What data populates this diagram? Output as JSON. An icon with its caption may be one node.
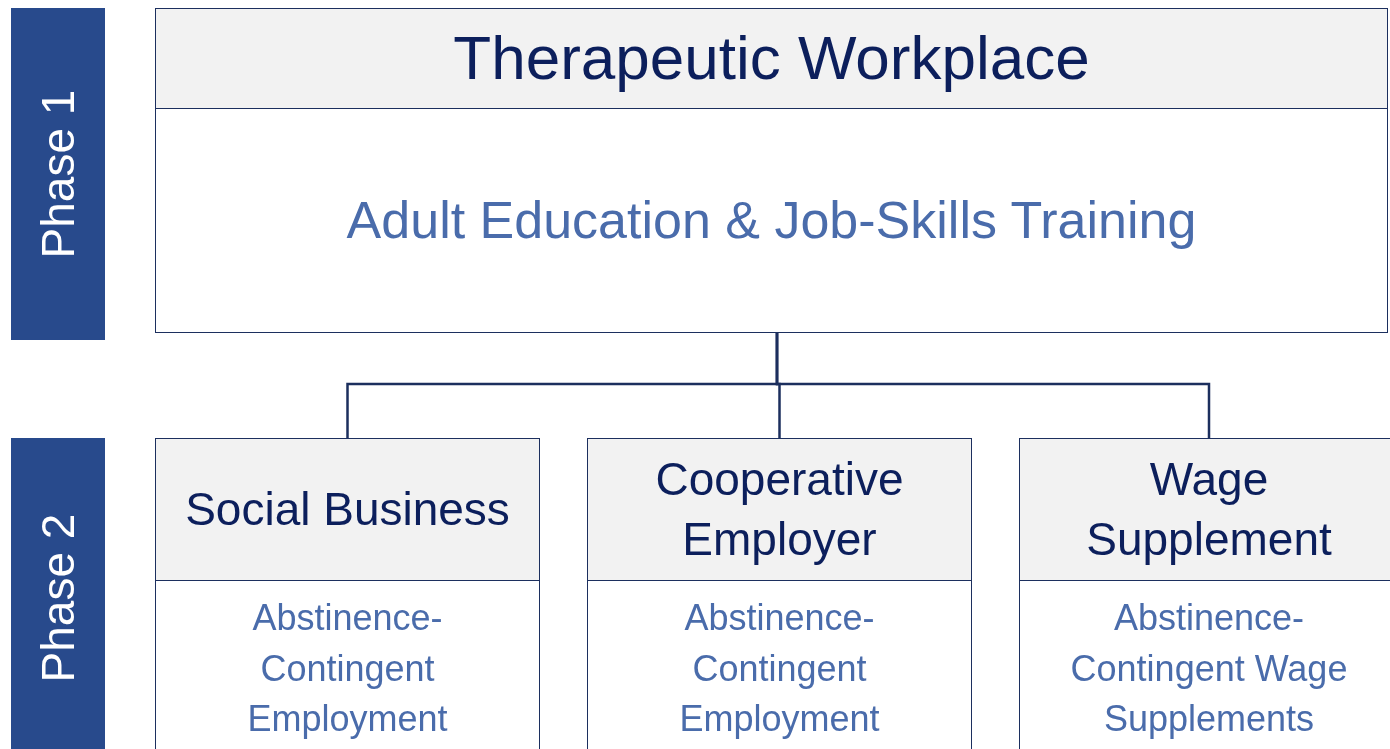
{
  "diagram": {
    "nodes": [
      {
        "text": [
          "Phase 1"
        ]
      },
      {
        "text": [
          "Therapeutic Workplace",
          "Adult Education & Job-Skills Training"
        ]
      },
      {
        "text": [
          "Phase 2"
        ]
      },
      {
        "text": [
          "Social Business",
          "Abstinence-Contingent Employment"
        ]
      },
      {
        "text": [
          "Cooperative Employer",
          "Abstinence-Contingent Employment"
        ]
      },
      {
        "text": [
          "Wage Supplement",
          "Abstinence-Contingent Wage Supplements"
        ]
      }
    ],
    "edges": [
      {
        "from": 1,
        "to": 3,
        "arrow": "none"
      },
      {
        "from": 1,
        "to": 4,
        "arrow": "none"
      },
      {
        "from": 1,
        "to": 5,
        "arrow": "none"
      }
    ]
  }
}
